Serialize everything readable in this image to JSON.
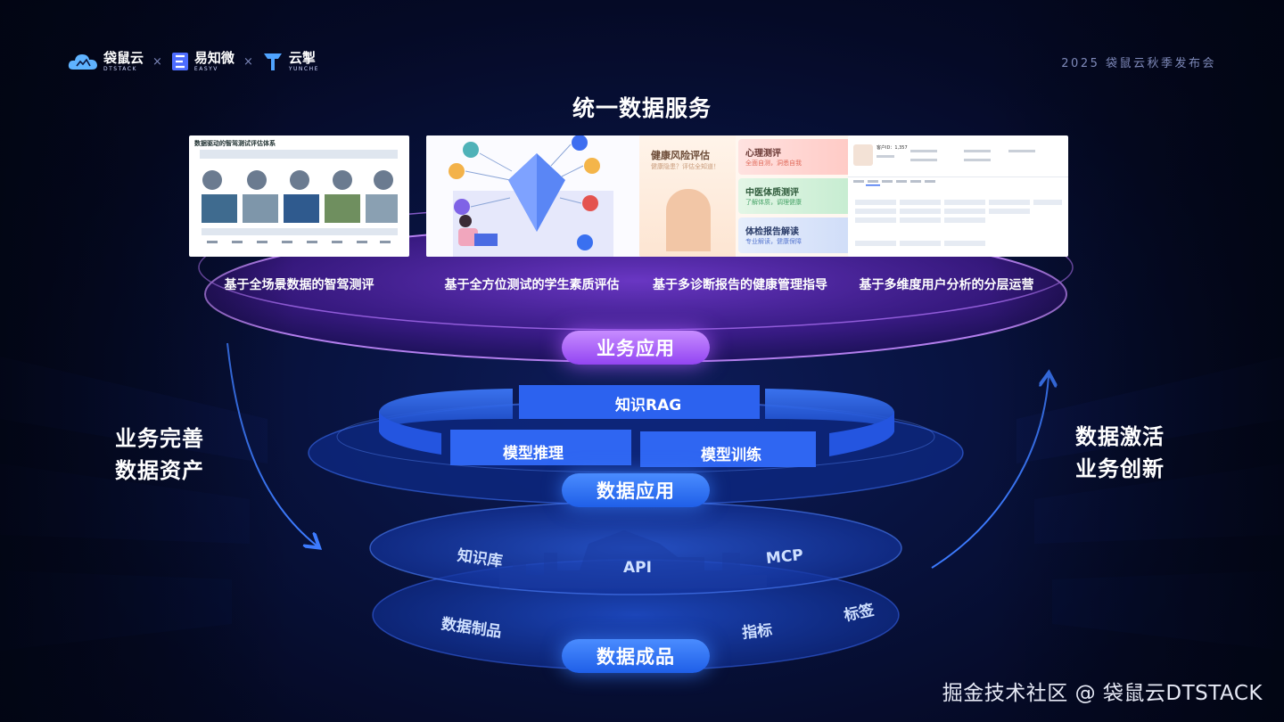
{
  "header": {
    "logos": [
      {
        "name": "袋鼠云",
        "sub": "DTSTACK"
      },
      {
        "name": "易知微",
        "sub": "EASYV"
      },
      {
        "name": "云掣",
        "sub": "YUNCHE"
      }
    ],
    "separator": "×",
    "event": "2025 袋鼠云秋季发布会"
  },
  "title": "统一数据服务",
  "cases": [
    {
      "label": "基于全场景数据的智驾测评",
      "screenshot_title": "数据驱动的智驾测试评估体系"
    },
    {
      "label": "基于全方位测试的学生素质评估"
    },
    {
      "label": "基于多诊断报告的健康管理指导"
    },
    {
      "label": "基于多维度用户分析的分层运营"
    }
  ],
  "health_card": {
    "main_title": "健康风险评估",
    "main_sub": "健康隐患？评估全知道！",
    "items": [
      {
        "title": "心理测评",
        "sub": "全面自测，洞悉自我"
      },
      {
        "title": "中医体质测评",
        "sub": "了解体质，调理健康"
      },
      {
        "title": "体检报告解读",
        "sub": "专业解读，健康保障"
      }
    ]
  },
  "user_card": {
    "id": "客户ID：1,357"
  },
  "layers": {
    "business": "业务应用",
    "data_app": "数据应用",
    "data_product": "数据成品"
  },
  "model_ring": {
    "rag": "知识RAG",
    "inference": "模型推理",
    "training": "模型训练"
  },
  "platform_items": {
    "kb": "知识库",
    "api": "API",
    "mcp": "MCP",
    "product": "数据制品",
    "metric": "指标",
    "tag": "标签"
  },
  "left_text": {
    "line1": "业务完善",
    "line2": "数据资产"
  },
  "right_text": {
    "line1": "数据激活",
    "line2": "业务创新"
  },
  "watermark": "掘金技术社区 @ 袋鼠云DTSTACK",
  "colors": {
    "background": "#060b26",
    "purple_accent": "#a455ff",
    "blue_accent": "#2b6cf0"
  }
}
